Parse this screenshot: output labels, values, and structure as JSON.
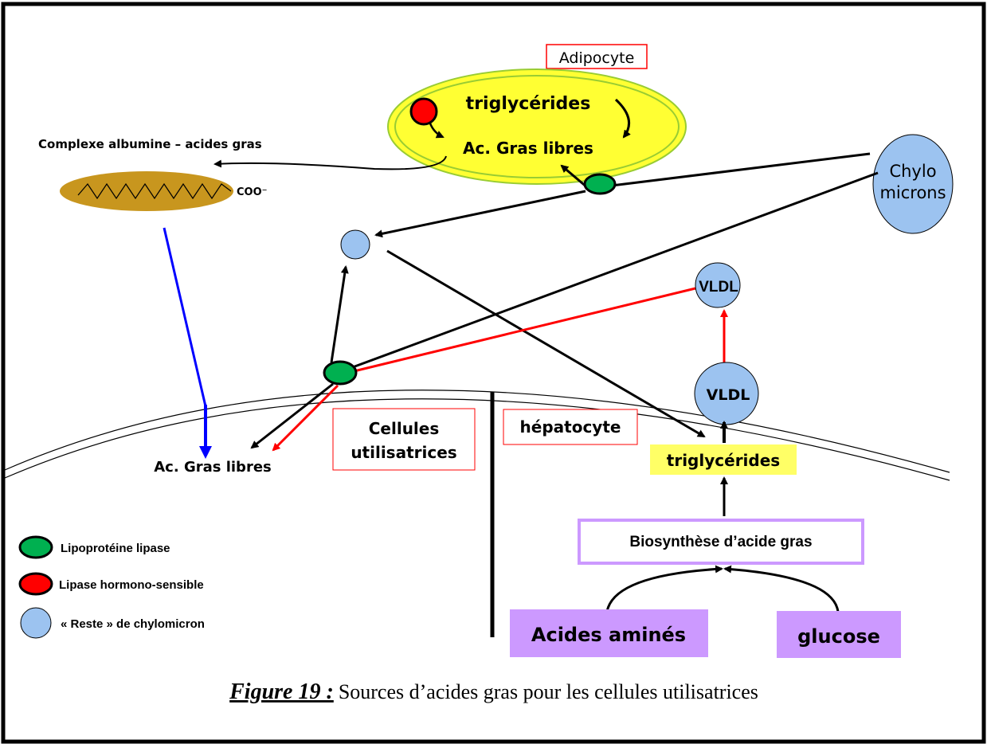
{
  "figure": {
    "caption_number": "Figure 19 :",
    "caption_text": "Sources d’acides gras pour les cellules utilisatrices"
  },
  "adipocyte": {
    "label": "Adipocyte",
    "triglycerides": "triglycérides",
    "fatty_acids": "Ac. Gras libres"
  },
  "albumin_complex": {
    "label": "Complexe albumine – acides gras",
    "coo": "COO⁻"
  },
  "chylomicrons": {
    "line1": "Chylo",
    "line2": "microns"
  },
  "vldl_blood": "VLDL",
  "vldl_liver": "VLDL",
  "liver_triglycerides": "triglycérides",
  "cells_fatty_acids": "Ac. Gras libres",
  "user_cells": {
    "line1": "Cellules",
    "line2": "utilisatrices"
  },
  "hepatocyte": "hépatocyte",
  "biosynthesis": "Biosynthèse d’acide gras",
  "amino_acids": "Acides aminés",
  "glucose": "glucose",
  "legend": [
    {
      "label": "Lipoprotéine lipase",
      "color": "#00b050"
    },
    {
      "label": "Lipase hormono-sensible",
      "color": "#ff0000"
    },
    {
      "label": "« Reste » de chylomicron",
      "color": "#9cc3f0"
    }
  ],
  "colors": {
    "adipocyte_fill": "#ffff33",
    "adipocyte_ring": "#99cc33",
    "albumin": "#c8961e",
    "lipoprotein_blue": "#9cc3f0",
    "highlight_yellow": "#ffff66",
    "purple_box": "#cc99ff",
    "red_arrow": "#ff0000",
    "blue_arrow": "#0000ff"
  }
}
